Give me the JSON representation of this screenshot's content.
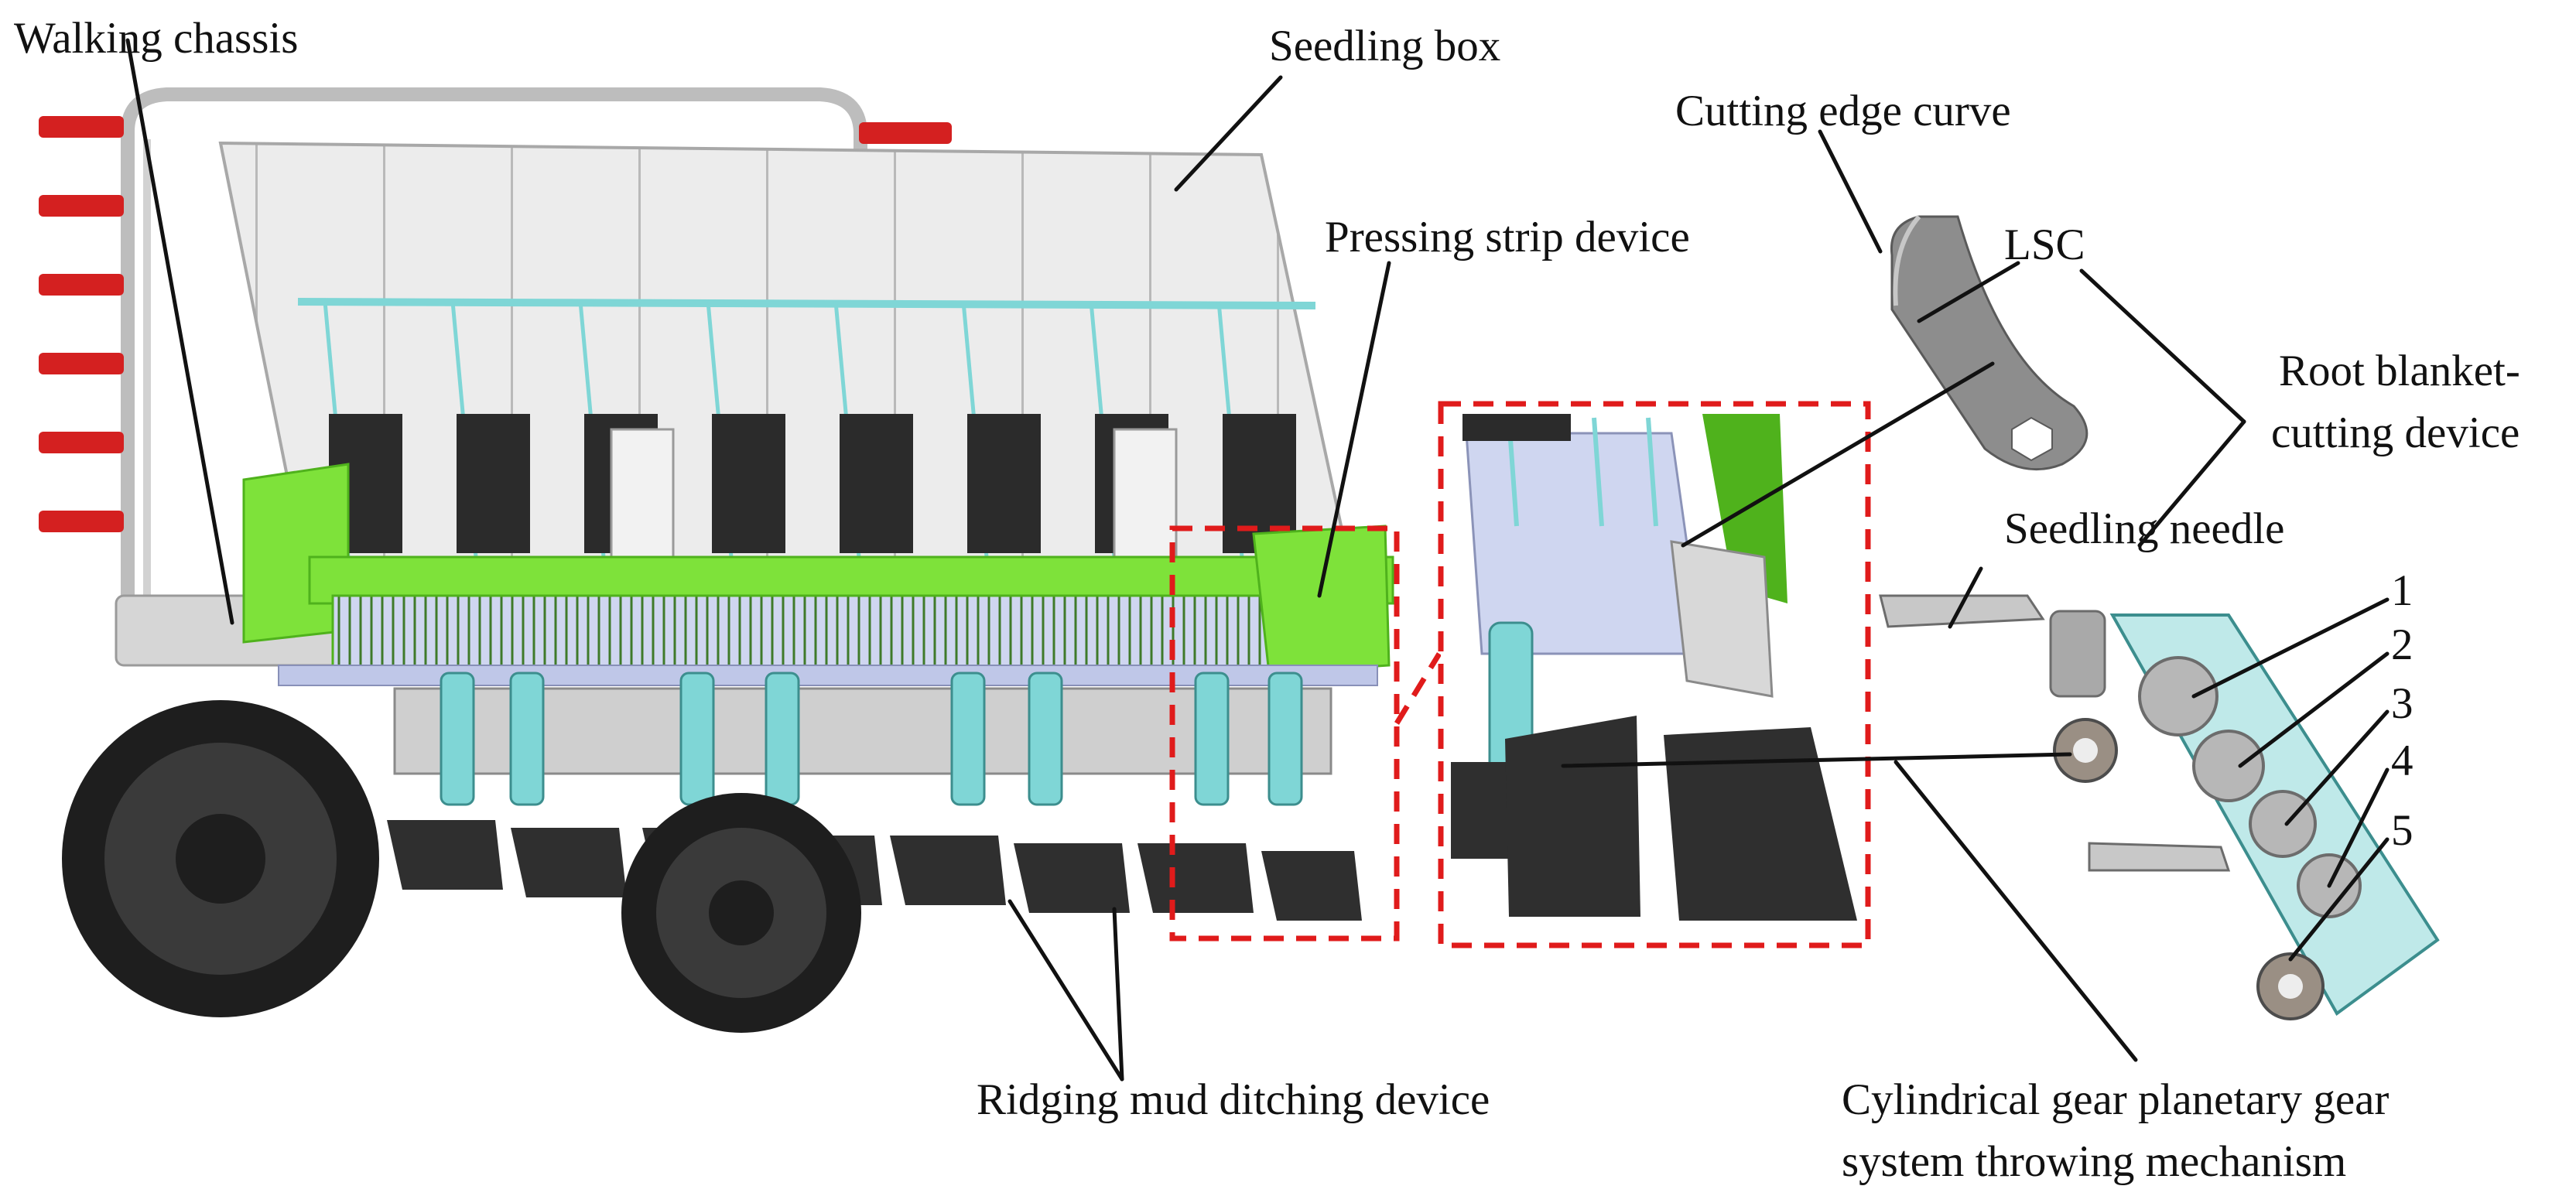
{
  "labels": {
    "walking_chassis": "Walking chassis",
    "seedling_box": "Seedling box",
    "cutting_edge_curve": "Cutting edge curve",
    "lsc": "LSC",
    "pressing_strip_device": "Pressing strip device",
    "root_blanket_line1": "Root blanket-",
    "root_blanket_line2": "cutting device",
    "seedling_needle": "Seedling needle",
    "num_1": "1",
    "num_2": "2",
    "num_3": "3",
    "num_4": "4",
    "num_5": "5",
    "ridging_mud_ditching_device": "Ridging mud ditching device",
    "mechanism_line1": "Cylindrical gear planetary gear",
    "mechanism_line2": "system throwing mechanism"
  },
  "colors": {
    "frame_green": "#7ee23a",
    "frame_green_dark": "#4fb21c",
    "tray_white": "#ececec",
    "tray_slot": "#2b2b2b",
    "cyan_part": "#7fd6d6",
    "blade_dark": "#2f2f2f",
    "wheel_dark": "#1e1e1e",
    "handle_red": "#d42020",
    "zoom_box_red": "#e01b1b",
    "lsc_gray": "#8d8d8d",
    "pale_blue": "#cfd6f0"
  }
}
